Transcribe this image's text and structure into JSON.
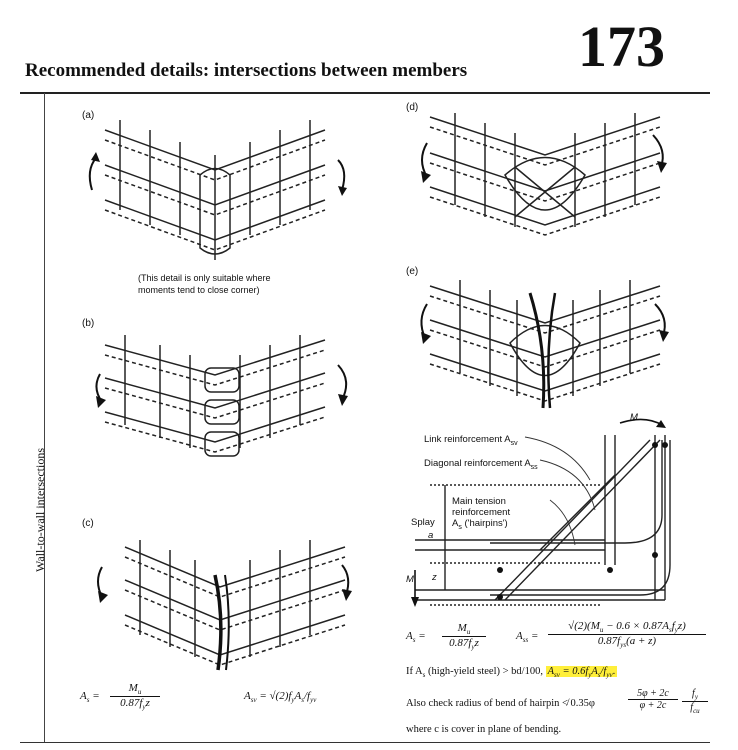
{
  "header": {
    "title": "Recommended details: intersections between members",
    "page_number": "173"
  },
  "sidebar": {
    "label": "Wall-to-wall intersections"
  },
  "panels": {
    "a": {
      "label": "(a)",
      "note_line1": "(This detail is only suitable where",
      "note_line2": "moments tend to close corner)"
    },
    "b": {
      "label": "(b)"
    },
    "c": {
      "label": "(c)"
    },
    "d": {
      "label": "(d)"
    },
    "e": {
      "label": "(e)"
    }
  },
  "diagram": {
    "link_label": "Link reinforcement A",
    "link_sub": "sv",
    "diagonal_label": "Diagonal reinforcement A",
    "diagonal_sub": "ss",
    "main_line1": "Main tension",
    "main_line2": "reinforcement",
    "main_line3": "A",
    "main_line3_sub": "s",
    "main_line3_rest": " ('hairpins')",
    "splay": "Splay",
    "a": "a",
    "z": "z",
    "M": "M"
  },
  "formulas": {
    "left_as_lhs": "A",
    "left_as_sub": "s",
    "left_as_num": "M",
    "left_as_num_sub": "u",
    "left_as_den": "0.87f",
    "left_as_den_sub": "y",
    "left_as_den_end": "z",
    "left_asv": "A",
    "left_asv_sub": "sv",
    "left_asv_rhs": " = √(2)f",
    "left_asv_rhs_sub1": "y",
    "left_asv_rhs_mid": "A",
    "left_asv_rhs_sub2": "s",
    "left_asv_rhs_mid2": "/f",
    "left_asv_rhs_sub3": "yv",
    "right_as_num": "M",
    "right_as_den": "0.87f",
    "right_ass_lhs": "A",
    "right_ass_sub": "ss",
    "right_ass_num": "√(2)(M",
    "right_ass_num2": " − 0.6 × 0.87A",
    "right_ass_num3": "f",
    "right_ass_num4": "z)",
    "right_ass_den": "0.87f",
    "right_ass_den_sub": "ys",
    "right_ass_den_end": "(a + z)"
  },
  "notes": {
    "if_line": "If A",
    "if_line_sub": "s",
    "if_line_rest": " (high-yield steel) > bd/100, ",
    "highlight": "A",
    "highlight_sub": "sv",
    "highlight_rest": " = 0.6f",
    "highlight_sub2": "y",
    "highlight_rest2": "A",
    "highlight_sub3": "s",
    "highlight_rest3": "/f",
    "highlight_sub4": "yv",
    "highlight_end": ".",
    "check_line": "Also check radius of bend of hairpin ≮ 0.35φ",
    "check_frac_num": "5φ + 2c",
    "check_frac_den": "φ + 2c",
    "check_fy": "f",
    "check_fy_sub": "y",
    "check_fcu": "f",
    "check_fcu_sub": "cu",
    "where_line": "where c is cover in plane of bending."
  }
}
